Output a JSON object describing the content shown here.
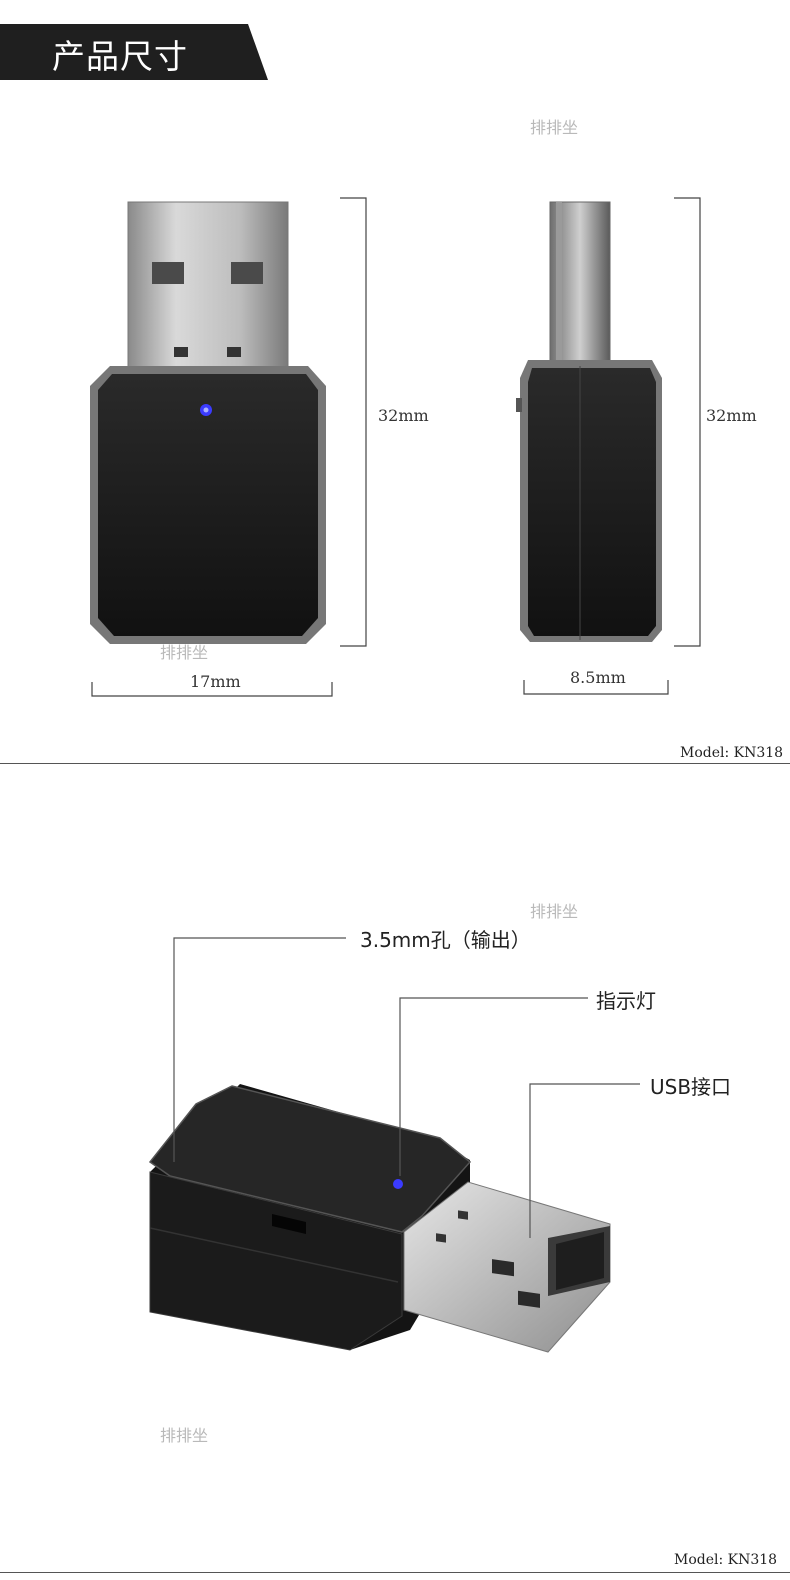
{
  "header": {
    "title": "产品尺寸"
  },
  "watermarks": [
    "排排坐",
    "排排坐",
    "排排坐",
    "排排坐"
  ],
  "dimensions": {
    "front_height": "32mm",
    "front_width": "17mm",
    "side_height": "32mm",
    "side_width": "8.5mm"
  },
  "model_labels": [
    "Model: KN318",
    "Model: KN318"
  ],
  "callouts": {
    "jack": "3.5mm孔（输出）",
    "indicator": "指示灯",
    "usb": "USB接口"
  },
  "colors": {
    "body": "#1a1a1a",
    "metal": "#c8c8c8",
    "led": "#3b3bff"
  },
  "icons": [
    "usb-dongle-front-illustration",
    "usb-dongle-side-illustration",
    "usb-dongle-perspective-illustration"
  ]
}
